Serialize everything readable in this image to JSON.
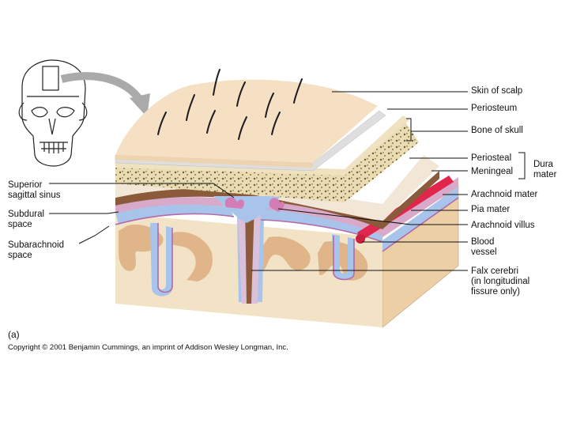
{
  "labels": {
    "skin_of_scalp": "Skin of scalp",
    "periosteum": "Periosteum",
    "bone_of_skull": "Bone of skull",
    "periosteal": "Periosteal",
    "meningeal": "Meningeal",
    "dura_mater": "Dura\nmater",
    "arachnoid_mater": "Arachnoid mater",
    "pia_mater": "Pia mater",
    "arachnoid_villus": "Arachnoid villus",
    "blood_vessel": "Blood\nvessel",
    "falx_cerebri": "Falx cerebri\n(in longitudinal\nfissure only)",
    "superior_sagittal_sinus": "Superior\nsagittal sinus",
    "subdural_space": "Subdural\nspace",
    "subarachnoid_space": "Subarachnoid\nspace"
  },
  "figure_letter": "(a)",
  "copyright": "Copyright © 2001 Benjamin Cummings, an imprint of Addison Wesley Longman, Inc.",
  "colors": {
    "scalp": "#f5e0c4",
    "periosteum": "#e3e3e3",
    "bone": "#e8dcb6",
    "dura_periosteal": "#f3e4cf",
    "dura_meningeal": "#8a5a3a",
    "arachnoid": "#d9a9c9",
    "subarachnoid": "#a9c4ea",
    "pia": "#b36aa8",
    "brain": "#f1dfc2",
    "brain_gyri": "#dfb589",
    "vessel": "#e0264a"
  }
}
